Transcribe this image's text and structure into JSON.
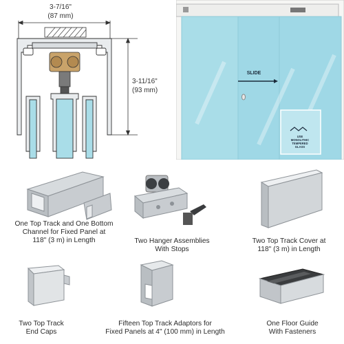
{
  "diagram": {
    "width_imperial": "3-7/16\"",
    "width_metric": "(87 mm)",
    "height_imperial": "3-11/16\"",
    "height_metric": "(93 mm)"
  },
  "door_photo": {
    "slide_label": "SLIDE",
    "decal_line1": "USE",
    "decal_line2": "MONOLITHIC",
    "decal_line3": "TEMPERED",
    "decal_line4": "GLASS"
  },
  "components": [
    {
      "line1": "One Top Track and One Bottom",
      "line2": "Channel for Fixed Panel at",
      "line3": "118\" (3 m) in Length"
    },
    {
      "line1": "Two Hanger Assemblies",
      "line2": "With Stops"
    },
    {
      "line1": "Two Top Track Cover at",
      "line2": "118\" (3 m) in Length"
    },
    {
      "line1": "Two Top Track",
      "line2": "End Caps"
    },
    {
      "line1": "Fifteen Top Track Adaptors for",
      "line2": "Fixed Panels at 4\" (100 mm) in Length"
    },
    {
      "line1": "One Floor Guide",
      "line2": "With Fasteners"
    }
  ],
  "colors": {
    "glass": "#a9dde8",
    "glass_edge": "#8fcad8",
    "aluminum": "#c8ccd0",
    "aluminum_dark": "#8d9297",
    "line": "#333333"
  }
}
